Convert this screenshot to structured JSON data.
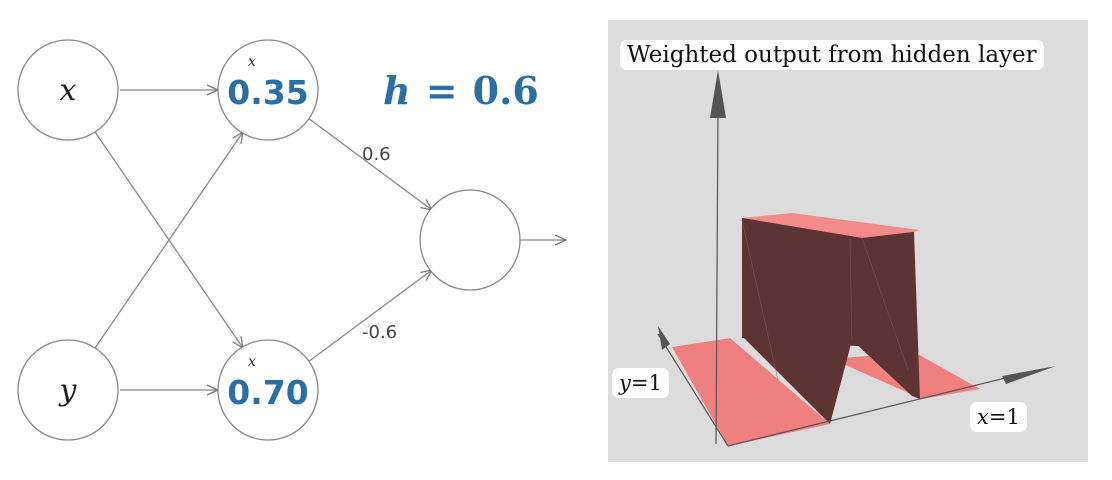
{
  "network": {
    "inputs": [
      {
        "label": "x"
      },
      {
        "label": "y"
      }
    ],
    "hidden": [
      {
        "value": "0.35",
        "var": "x"
      },
      {
        "value": "0.70",
        "var": "x"
      }
    ],
    "h_label": {
      "var": "h",
      "op": "=",
      "value": "0.6"
    },
    "weights": {
      "top": "0.6",
      "bottom": "-0.6"
    }
  },
  "plot": {
    "title": "Weighted output from hidden layer",
    "y_axis_label": {
      "var": "y",
      "value": "=1"
    },
    "x_axis_label": {
      "var": "x",
      "value": "=1"
    },
    "colors": {
      "panel": "#dcdcdc",
      "floor": "#f08080",
      "wall": "#5e3333",
      "top": "#f28b8b"
    }
  }
}
